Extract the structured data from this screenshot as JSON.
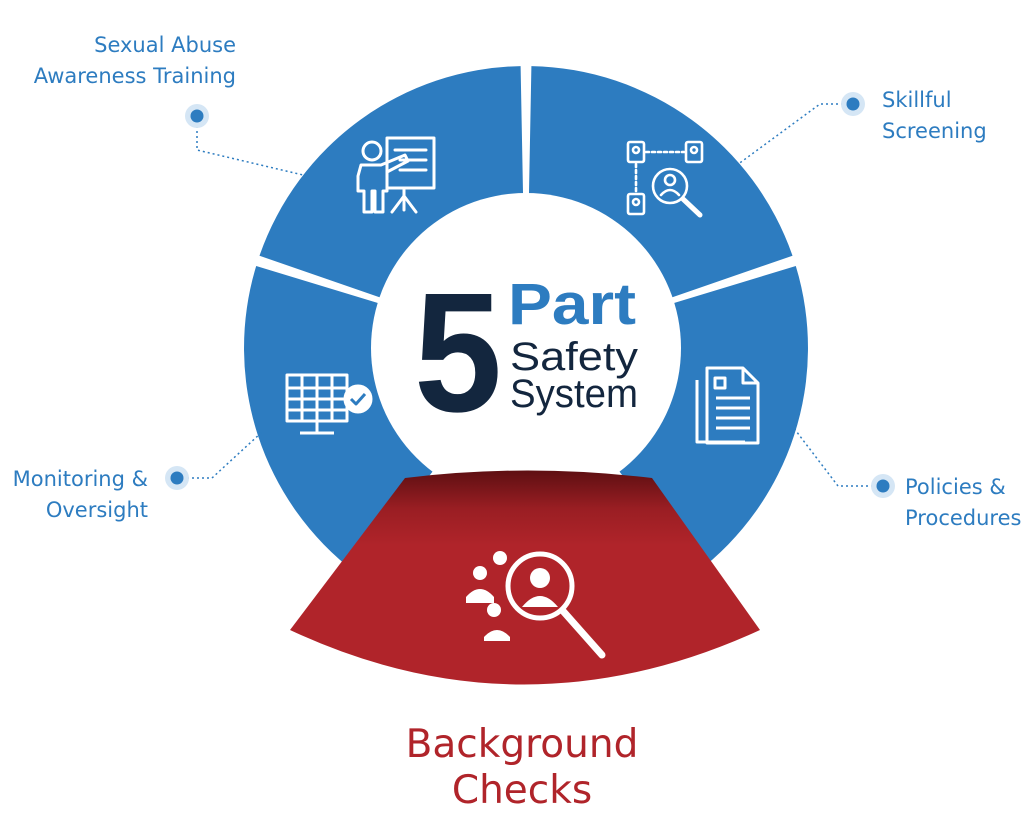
{
  "center": {
    "number": "5",
    "word1": "Part",
    "word2": "Safety",
    "word3": "System"
  },
  "segments": [
    {
      "line1": "Sexual Abuse",
      "line2": "Awareness Training",
      "icon": "presentation-board-icon"
    },
    {
      "line1": "Skillful",
      "line2": "Screening",
      "icon": "candidate-screening-icon"
    },
    {
      "line1": "Policies &",
      "line2": "Procedures",
      "icon": "documents-icon"
    },
    {
      "line1": "Monitoring &",
      "line2": "Oversight",
      "icon": "monitor-checklist-icon"
    },
    {
      "line1": "Background",
      "line2": "Checks",
      "icon": "magnifier-person-icon"
    }
  ],
  "colors": {
    "segment_blue": "#2d7cc0",
    "highlight_red": "#b0242a",
    "center_dark": "#13263e",
    "label_blue": "#2d7cc0"
  }
}
